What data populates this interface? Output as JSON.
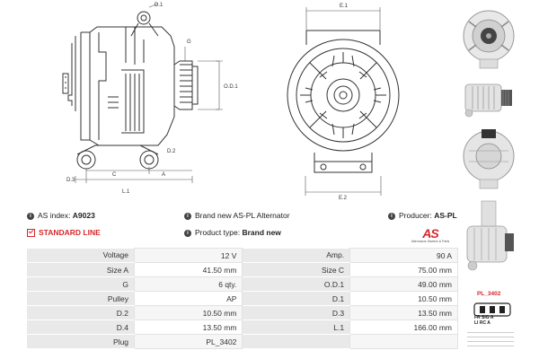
{
  "drawing_labels": {
    "d1": "D.1",
    "g": "G",
    "od1": "O.D.1",
    "d2": "D.2",
    "d3": "D.3",
    "c": "C",
    "a": "A",
    "l1": "L.1",
    "e1": "E.1",
    "e2": "E.2"
  },
  "info": {
    "as_index_label": "AS index:",
    "as_index_value": "A9023",
    "brand_new_label": "Brand new AS-PL Alternator",
    "producer_label": "Producer:",
    "producer_value": "AS-PL",
    "standard_line": "STANDARD LINE",
    "product_type_label": "Product type:",
    "product_type_value": "Brand new"
  },
  "logo": {
    "mark": "AS",
    "tagline": "Alternators Starters & Parts"
  },
  "specs": [
    [
      "Voltage",
      "12 V",
      "Amp.",
      "90 A"
    ],
    [
      "Size A",
      "41.50 mm",
      "Size C",
      "75.00 mm"
    ],
    [
      "G",
      "6 qty.",
      "O.D.1",
      "49.00 mm"
    ],
    [
      "Pulley",
      "AP",
      "D.1",
      "10.50 mm"
    ],
    [
      "D.2",
      "10.50 mm",
      "D.3",
      "13.50 mm"
    ],
    [
      "D.4",
      "13.50 mm",
      "L.1",
      "166.00 mm"
    ],
    [
      "Plug",
      "PL_3402",
      "",
      ""
    ]
  ],
  "plug": {
    "name": "PL_3402",
    "top_row": "FR SIG A",
    "bottom_row": "LI RC A"
  },
  "colors": {
    "brand_red": "#d7262c",
    "label_bg": "#e9e9ea"
  }
}
